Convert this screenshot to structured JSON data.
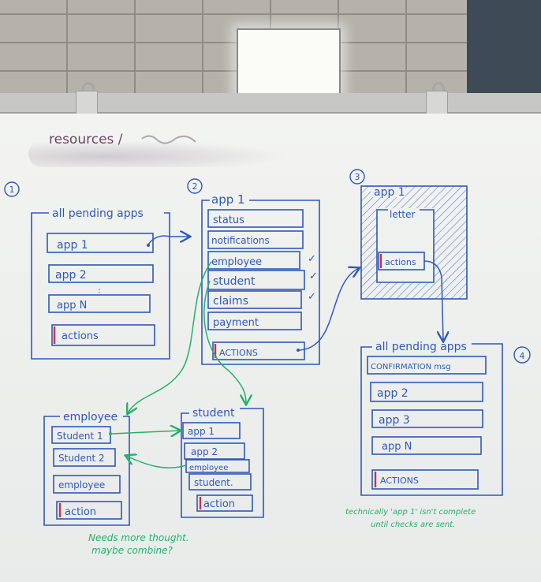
{
  "header_text": "resources / ",
  "step_labels": [
    "1",
    "2",
    "3",
    "4"
  ],
  "screen1": {
    "title": "all pending apps",
    "items": [
      "app 1",
      "app 2",
      ":",
      "app N"
    ],
    "actions": "actions"
  },
  "screen2": {
    "title": "app 1",
    "items": [
      "status",
      "notifications",
      "employee",
      "student",
      "claims",
      "payment"
    ],
    "checkmarks": [
      "✓",
      "✓",
      "✓"
    ],
    "actions": "ACTIONS"
  },
  "screen3": {
    "title": "app 1",
    "letter": "letter",
    "actions": "actions"
  },
  "screen4": {
    "title": "all pending apps",
    "items": [
      "CONFIRMATION msg",
      "app 2",
      "app 3",
      "app N"
    ],
    "actions": "ACTIONS"
  },
  "employee_screen": {
    "title": "employee",
    "items": [
      "Student 1",
      "Student 2",
      "employee"
    ],
    "actions": "action"
  },
  "student_screen": {
    "title": "student",
    "items": [
      "app 1",
      "app 2",
      "employee",
      "student."
    ],
    "actions": "action"
  },
  "notes": {
    "left_line1": "Needs more thought.",
    "left_line2": "maybe combine?",
    "right_line1": "technically 'app 1' isn't complete",
    "right_line2": "until checks are sent."
  },
  "colors": {
    "ink_blue": "#2f58b8",
    "ink_green": "#25b06a",
    "ink_red": "#c8324a",
    "ink_purple": "#6a4468"
  }
}
